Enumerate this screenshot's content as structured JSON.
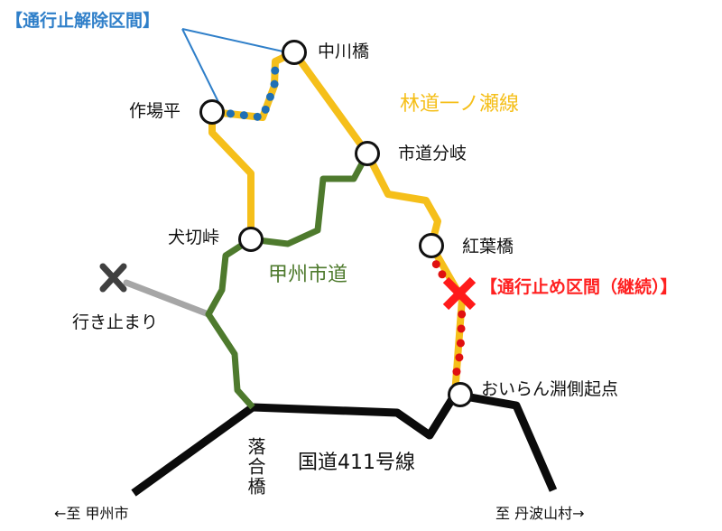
{
  "colors": {
    "forest_road": "#F5BF1A",
    "city_road": "#4E7A2D",
    "national_road": "#0B0B0B",
    "dead_end_road": "#A6A6A6",
    "dead_end_mark": "#404040",
    "closed_mark": "#FF1A1A",
    "closed_dots": "#E01010",
    "reopened_dots": "#1F6FB5",
    "reopened_label": "#2F7FC9",
    "closed_label": "#FF2020",
    "node_fill": "#FFFFFF",
    "node_stroke": "#111111",
    "text": "#111111"
  },
  "legend": {
    "reopened_section": "【通行止解除区間】",
    "closed_section": "【通行止め区間（継続）】"
  },
  "roads": {
    "forest_road": "林道一ノ瀬線",
    "city_road": "甲州市道",
    "national_road": "国道411号線"
  },
  "places": {
    "nakagawa_bridge": "中川橋",
    "sakubadaira": "作場平",
    "city_road_junction": "市道分岐",
    "inukiri_pass": "犬切峠",
    "momiji_bridge": "紅葉橋",
    "oiran_start": "おいらん淵側起点",
    "dead_end": "行き止まり",
    "ochiai_bridge": "落合橋"
  },
  "directions": {
    "left": "←至 甲州市",
    "right": "至 丹波山村→"
  }
}
